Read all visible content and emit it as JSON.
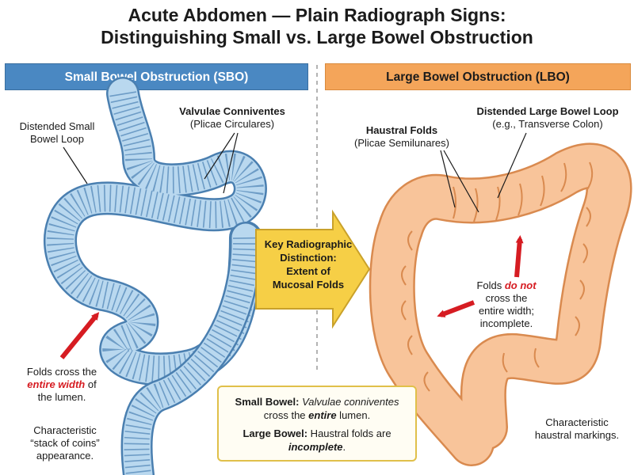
{
  "title": {
    "line1": "Acute Abdomen — Plain Radiograph Signs:",
    "line2": "Distinguishing Small vs. Large Bowel Obstruction"
  },
  "sbo": {
    "banner": "Small Bowel Obstruction (SBO)",
    "distended_line1": "Distended Small",
    "distended_line2": "Bowel Loop",
    "valvulae_title": "Valvulae Conniventes",
    "valvulae_sub": "(Plicae Circulares)",
    "folds_pre": "Folds cross the",
    "folds_em": "entire width",
    "folds_post": " of",
    "folds_end": "the lumen.",
    "coins_line1": "Characteristic",
    "coins_line2": "“stack of coins”",
    "coins_line3": "appearance."
  },
  "lbo": {
    "banner": "Large Bowel Obstruction (LBO)",
    "distended_title": "Distended Large Bowel Loop",
    "distended_sub": "(e.g., Transverse Colon)",
    "haustral_title": "Haustral Folds",
    "haustral_sub": "(Plicae Semilunares)",
    "folds_pre": "Folds ",
    "folds_em": "do not",
    "folds_line2": "cross the",
    "folds_line3": "entire width;",
    "folds_line4": "incomplete.",
    "markings_line1": "Characteristic",
    "markings_line2": "haustral markings."
  },
  "key": {
    "line1": "Key Radiographic",
    "line2": "Distinction:",
    "line3": "Extent of",
    "line4": "Mucosal Folds"
  },
  "summary": {
    "small_label": "Small Bowel:",
    "small_italic": "Valvulae conniventes",
    "small_line2_pre": "cross the ",
    "small_line2_em": "entire",
    "small_line2_post": " lumen.",
    "large_label": "Large Bowel:",
    "large_text": " Haustral folds are",
    "large_em": "incomplete",
    "large_end": "."
  },
  "colors": {
    "sbo_fill": "#b9d8ef",
    "sbo_stroke": "#4a7fb0",
    "lbo_fill": "#f8c49a",
    "lbo_stroke": "#d98a4f",
    "arrow_red": "#d61c22",
    "key_arrow": "#f6cf46"
  }
}
